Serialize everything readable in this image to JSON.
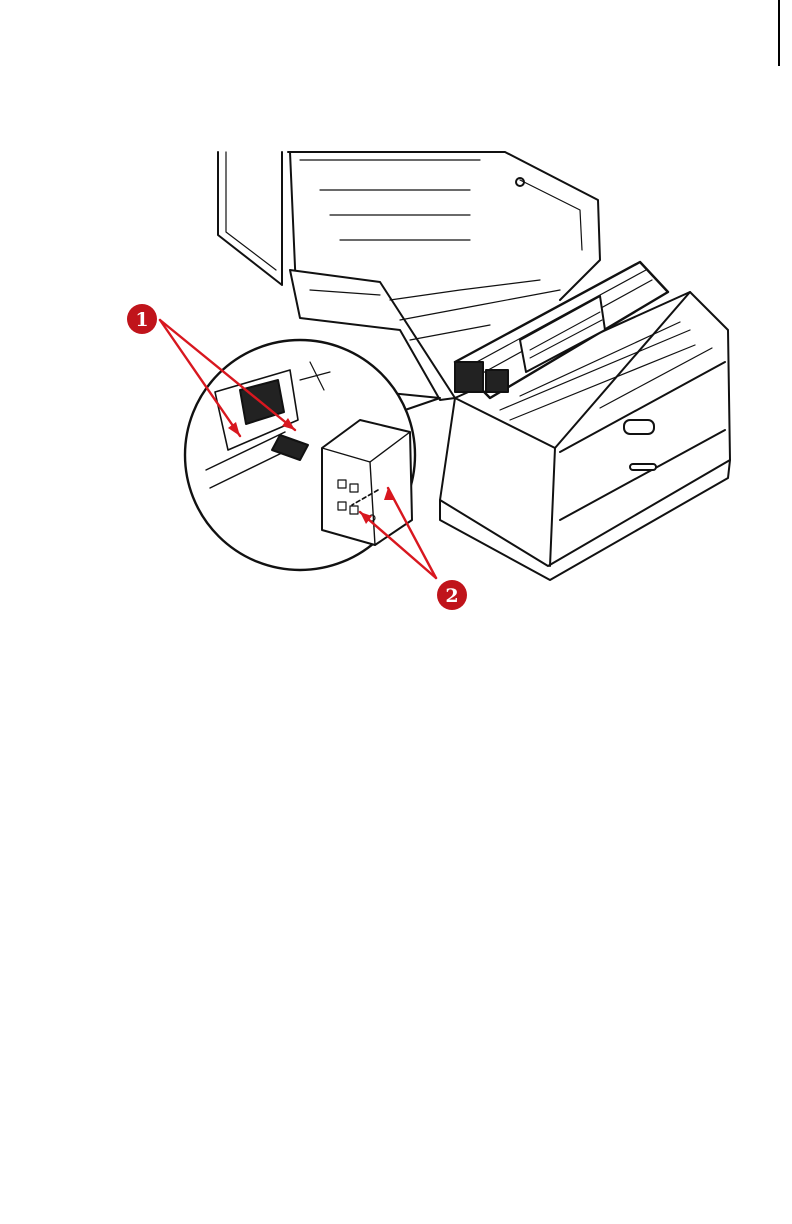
{
  "figure": {
    "subject": "printer-toner-cartridge-installation",
    "callouts": [
      {
        "label": "1",
        "color": "#C0141B"
      },
      {
        "label": "2",
        "color": "#C0141B"
      }
    ],
    "arrow_color": "#D8171F",
    "line_color": "#111111"
  }
}
